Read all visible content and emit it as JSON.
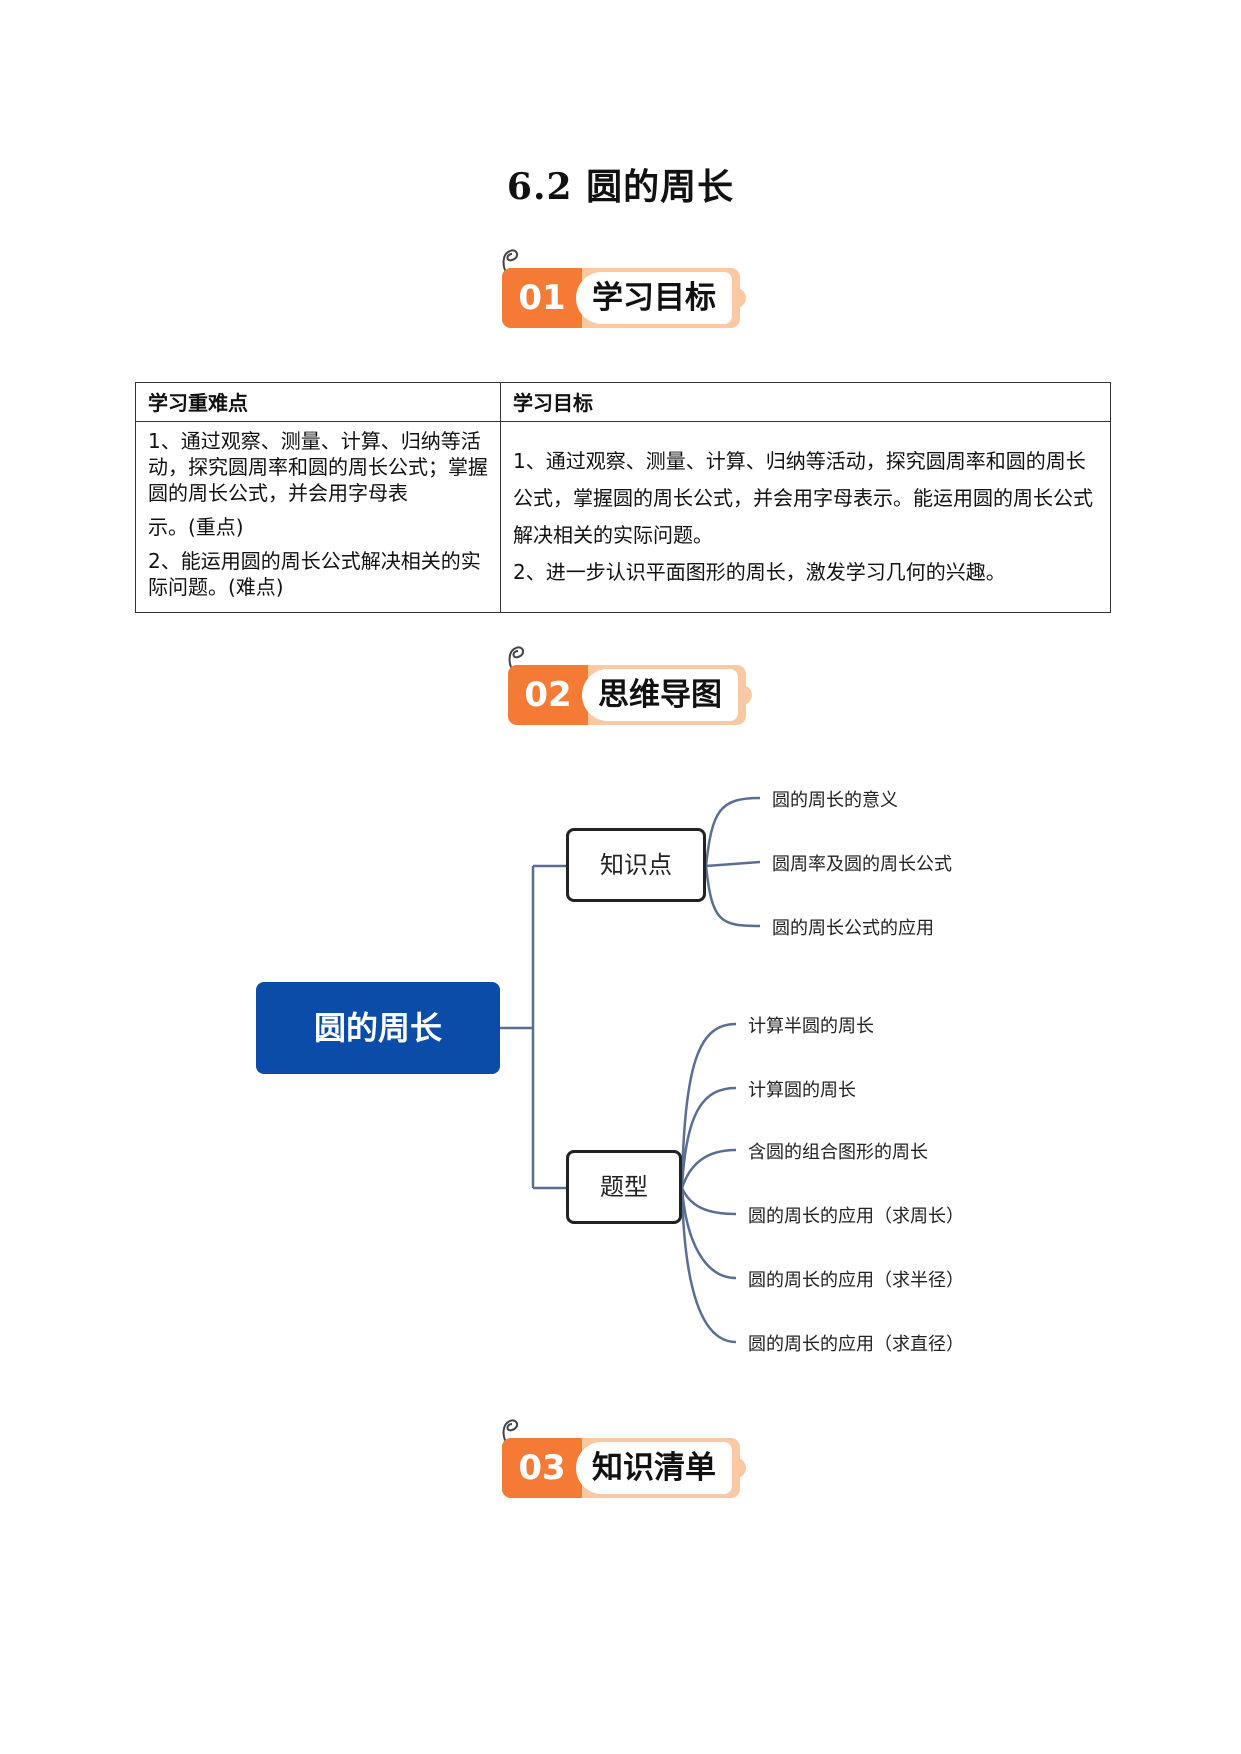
{
  "document": {
    "title": "6.2  圆的周长"
  },
  "sections": [
    {
      "num": "01",
      "label": "学习目标"
    },
    {
      "num": "02",
      "label": "思维导图"
    },
    {
      "num": "03",
      "label": "知识清单"
    }
  ],
  "goals_table": {
    "headers": [
      "学习重难点",
      "学习目标"
    ],
    "left": [
      "1、通过观察、测量、计算、归纳等活动，探究圆周率和圆的周长公式；掌握圆的周长公式，并会用字母表",
      "示。(重点)",
      "2、能运用圆的周长公式解决相关的实际问题。(难点)"
    ],
    "right": [
      "1、通过观察、测量、计算、归纳等活动，探究圆周率和圆的周长公式，掌握圆的周长公式，并会用字母表示。能运用圆的周长公式解决相关的实际问题。",
      "2、进一步认识平面图形的周长，激发学习几何的兴趣。"
    ]
  },
  "mindmap": {
    "root": "圆的周长",
    "branches": [
      {
        "label": "知识点",
        "children": [
          "圆的周长的意义",
          "圆周率及圆的周长公式",
          "圆的周长公式的应用"
        ]
      },
      {
        "label": "题型",
        "children": [
          "计算半圆的周长",
          "计算圆的周长",
          "含圆的组合图形的周长",
          "圆的周长的应用（求周长）",
          "圆的周长的应用（求半径）",
          "圆的周长的应用（求直径）"
        ]
      }
    ]
  },
  "colors": {
    "accent_orange": "#f47a35",
    "pill_peach": "#fac9a3",
    "root_blue": "#0b4ca8",
    "connector": "#5a6e93"
  }
}
